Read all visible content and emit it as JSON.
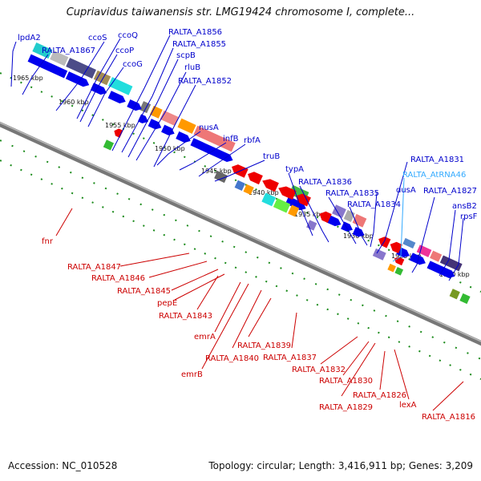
{
  "title": "Cupriavidus taiwanensis str. LMG19424 chromosome I, complete...",
  "footer": {
    "accession": "Accession: NC_010528",
    "summary": "Topology: circular; Length: 3,416,911 bp; Genes: 3,209"
  },
  "colors": {
    "forward_label": "#0000cc",
    "reverse_label": "#cc0000",
    "rna_label": "#33aaff",
    "backbone": "#888888"
  },
  "kbp_ticks": [
    "1965 kbp",
    "1960 kbp",
    "1955 kbp",
    "1950 kbp",
    "1945 kbp",
    "1940 kbp",
    "1935 kbp",
    "1930 kbp",
    "1925 kbp",
    "1920 kbp"
  ],
  "forward_labels": [
    "lpdA2",
    "RALTA_A1867",
    "ccoS",
    "ccoQ",
    "ccoP",
    "ccoG",
    "RALTA_A1856",
    "RALTA_A1855",
    "scpB",
    "rluB",
    "RALTA_A1852",
    "nusA",
    "infB",
    "rbfA",
    "truB",
    "typA",
    "RALTA_A1836",
    "RALTA_A1835",
    "RALTA_A1834",
    "dusA",
    "RALTA_A1831",
    "RALTA_A1827",
    "ansB2",
    "rpsF"
  ],
  "rna_labels": [
    "RALTA_AtRNA46"
  ],
  "reverse_labels": [
    "fnr",
    "RALTA_A1847",
    "RALTA_A1846",
    "RALTA_A1845",
    "pepE",
    "RALTA_A1843",
    "emrA",
    "emrB",
    "RALTA_A1840",
    "RALTA_A1839",
    "RALTA_A1837",
    "RALTA_A1832",
    "RALTA_A1830",
    "RALTA_A1829",
    "RALTA_A1826",
    "lexA",
    "RALTA_A1816"
  ]
}
